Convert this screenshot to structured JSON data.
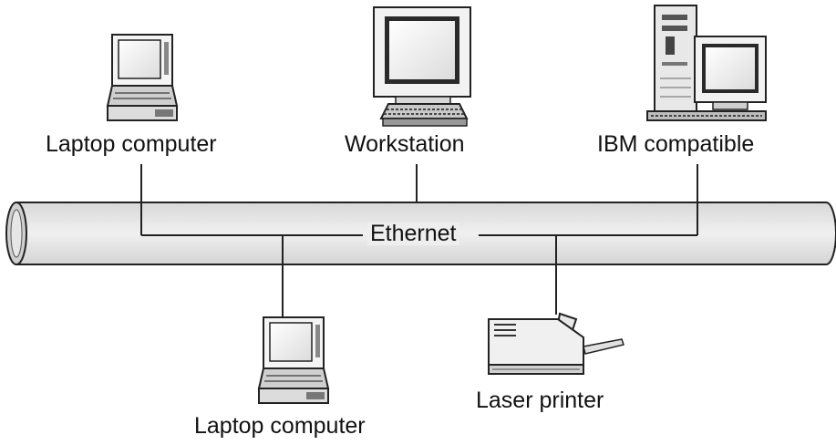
{
  "diagram": {
    "bus_label": "Ethernet",
    "nodes": [
      {
        "id": "laptop-top",
        "label": "Laptop computer",
        "icon": "laptop-icon"
      },
      {
        "id": "workstation",
        "label": "Workstation",
        "icon": "workstation-icon"
      },
      {
        "id": "ibm",
        "label": "IBM compatible",
        "icon": "ibm-pc-icon"
      },
      {
        "id": "laptop-bottom",
        "label": "Laptop computer",
        "icon": "laptop-icon"
      },
      {
        "id": "printer",
        "label": "Laser printer",
        "icon": "laser-printer-icon"
      }
    ]
  }
}
